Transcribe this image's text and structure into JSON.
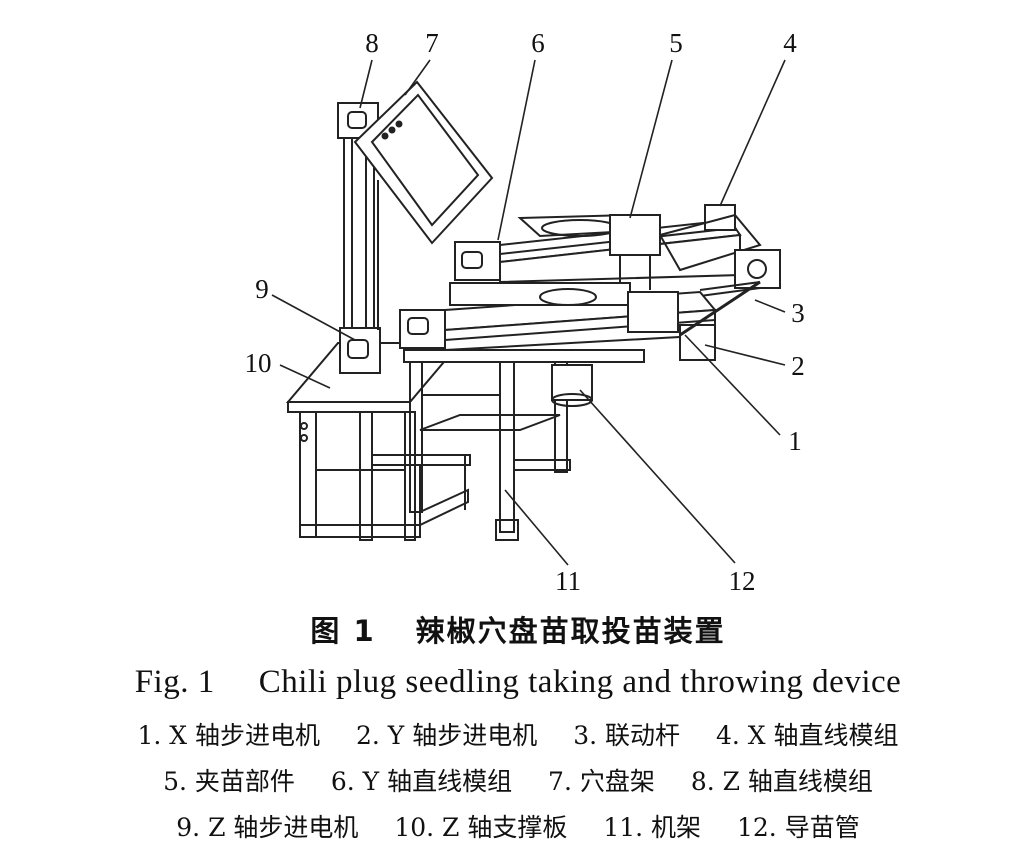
{
  "figure": {
    "callouts": [
      "1",
      "2",
      "3",
      "4",
      "5",
      "6",
      "7",
      "8",
      "9",
      "10",
      "11",
      "12"
    ]
  },
  "caption": {
    "cn_prefix": "图 1",
    "cn_title": "辣椒穴盘苗取投苗装置",
    "en_prefix": "Fig. 1",
    "en_title": "Chili plug seedling taking and throwing device"
  },
  "legend": {
    "line1": [
      "1. X 轴步进电机",
      "2. Y 轴步进电机",
      "3. 联动杆",
      "4. X 轴直线模组"
    ],
    "line2": [
      "5. 夹苗部件",
      "6. Y 轴直线模组",
      "7. 穴盘架",
      "8. Z 轴直线模组"
    ],
    "line3": [
      "9. Z 轴步进电机",
      "10. Z 轴支撑板",
      "11. 机架",
      "12. 导苗管"
    ]
  }
}
